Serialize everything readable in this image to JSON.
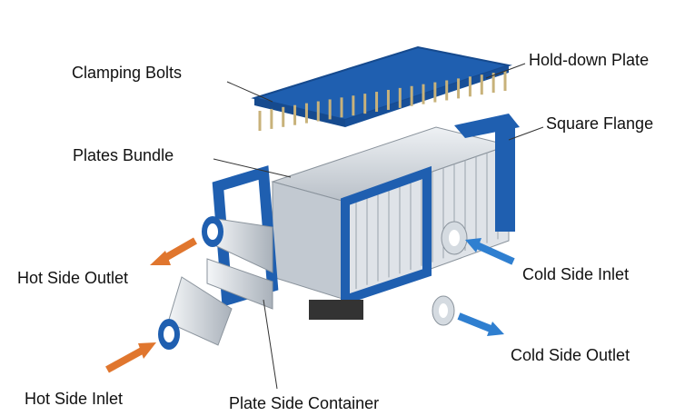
{
  "labels": {
    "clamping_bolts": "Clamping Bolts",
    "hold_down_plate": "Hold-down Plate",
    "square_flange": "Square Flange",
    "plates_bundle": "Plates Bundle",
    "hot_side_outlet": "Hot Side Outlet",
    "cold_side_inlet": "Cold Side Inlet",
    "cold_side_outlet": "Cold Side Outlet",
    "hot_side_inlet": "Hot Side Inlet",
    "plate_side_container": "Plate Side Container"
  },
  "colors": {
    "frame_blue": "#1f5fb0",
    "frame_blue_dark": "#164a8e",
    "plate_silver": "#d3d8de",
    "bolt_gold": "#c8b27a",
    "hot_arrow": "#e0762e",
    "cold_arrow": "#2f7fd0",
    "leader_line": "#333333"
  }
}
